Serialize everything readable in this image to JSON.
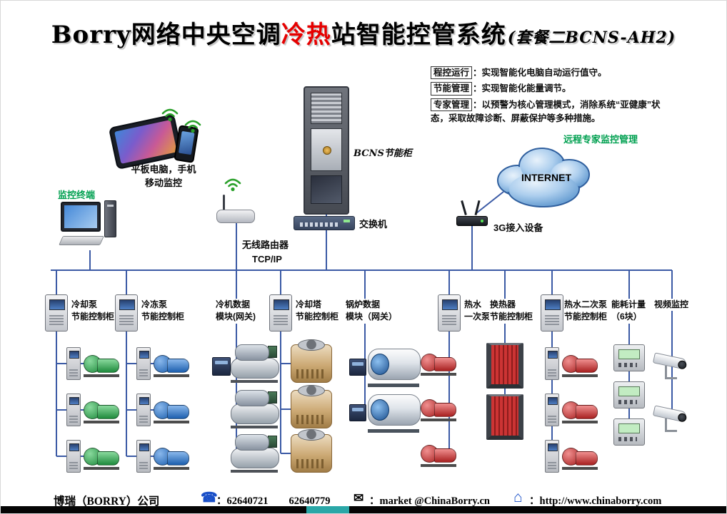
{
  "colors": {
    "wire": "#3b5aa5",
    "title-red": "#e60000",
    "green-label": "#00a050",
    "pump-green": "#1e8a3c",
    "pump-blue": "#1c5fae",
    "pump-red": "#a82020",
    "footer-blue": "#1a50c8"
  },
  "title": {
    "black1": "Borry网络中央空调",
    "red": "冷热",
    "black2": "站智能控管系统",
    "suffix": "(套餐二BCNS-AH2)"
  },
  "features": [
    {
      "label": "程控运行",
      "text": "：实现智能化电脑自动运行值守。"
    },
    {
      "label": "节能管理",
      "text": "：实现智能化能量调节。"
    },
    {
      "label": "专家管理",
      "text": "：以预警为核心管理模式，消除系统“亚健康”状态，采取故障诊断、屏蔽保护等多种措施。"
    }
  ],
  "devices": {
    "mobile_label": "平板电脑，手机\n移动监控",
    "terminal_label": "监控终端",
    "router_label": "无线路由器",
    "tcpip_label": "TCP/IP",
    "rack_label": "BCNS节能柜",
    "switch_label": "交换机",
    "internet_label": "INTERNET",
    "remote_label": "远程专家监控管理",
    "g3_label": "3G接入设备"
  },
  "columns": [
    {
      "label": "冷却泵\n节能控制柜"
    },
    {
      "label": "冷冻泵\n节能控制柜"
    },
    {
      "label": "冷机数据\n模块(网关)"
    },
    {
      "label": "冷却塔\n节能控制柜"
    },
    {
      "label": "锅炉数据\n模块（网关）"
    },
    {
      "label": "热水\n一次泵"
    },
    {
      "label": "换热器\n节能控制柜"
    },
    {
      "label": "热水二次泵\n节能控制柜"
    },
    {
      "label": "能耗计量\n（6块）"
    },
    {
      "label": "视频监控"
    }
  ],
  "footer": {
    "company": "博瑞（BORRY）公司",
    "phone_icon": "☎",
    "phone_text": "：62640721　　62640779",
    "email_icon": "✉",
    "email_text": "：market @ChinaBorry.cn",
    "home_icon": "⌂",
    "home_text": "：http://www.chinaborry.com"
  }
}
